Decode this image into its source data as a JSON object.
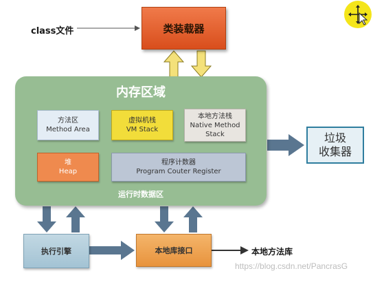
{
  "class_file_label": "class文件",
  "class_loader": "类装载器",
  "runtime": {
    "title": "内存区域",
    "caption": "运行时数据区",
    "method_area": {
      "zh": "方法区",
      "en": "Method Area"
    },
    "vm_stack": {
      "zh": "虚拟机栈",
      "en": "VM Stack"
    },
    "native_stack": {
      "zh": "本地方法栈",
      "en1": "Native Method",
      "en2": "Stack"
    },
    "heap": {
      "zh": "堆",
      "en": "Heap"
    },
    "pc_register": {
      "zh": "程序计数器",
      "en": "Program Couter Register"
    }
  },
  "gc": {
    "line1": "垃圾",
    "line2": "收集器"
  },
  "execution_engine": "执行引擎",
  "native_interface": "本地库接口",
  "native_library_label": "本地方法库",
  "watermark": "https://blog.csdn.net/PancrasG",
  "colors": {
    "class_loader": "#d94e1c",
    "runtime_area": "#97bd93",
    "arrow_fill": "#f4e17a",
    "arrow_blue": "#5a7690",
    "gc_border": "#2e7d9e"
  }
}
